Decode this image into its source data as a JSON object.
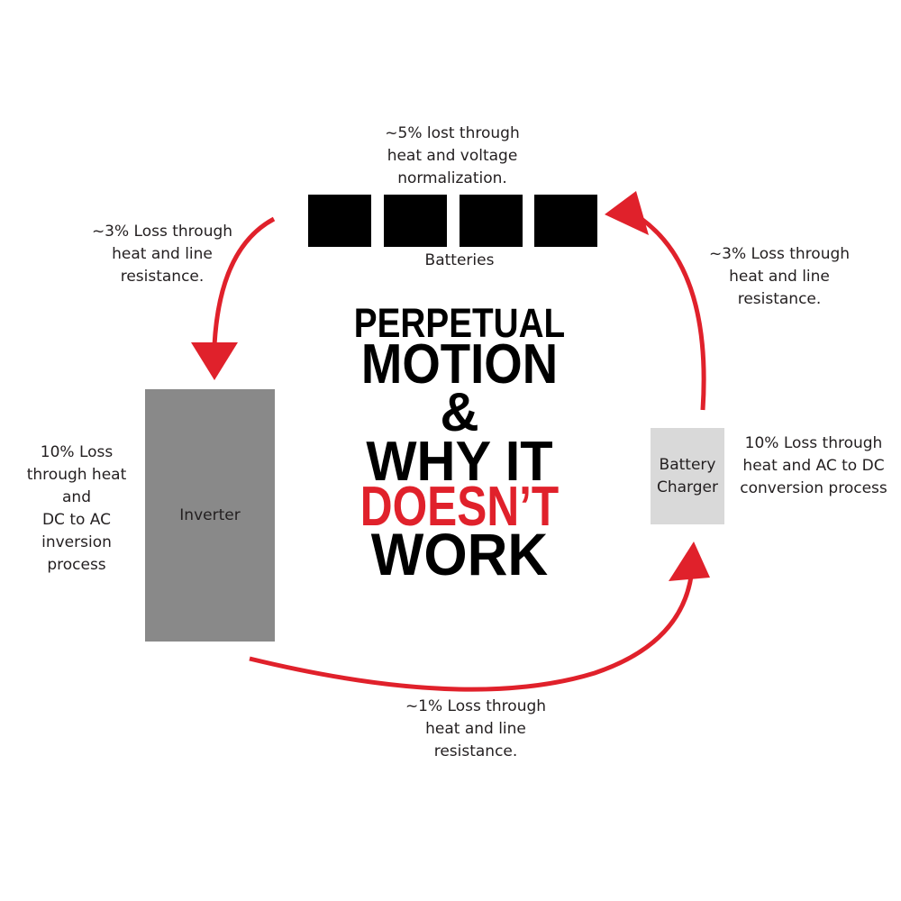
{
  "colors": {
    "arrow": "#e0212b",
    "title_black": "#000000",
    "title_red": "#e0212b",
    "inverter_fill": "#898989",
    "charger_fill": "#d9d9d9",
    "battery_fill": "#000000"
  },
  "batteries": {
    "loss_note": "~5% lost through\nheat and voltage\nnormalization.",
    "label": "Batteries",
    "cell_count": 4
  },
  "inverter": {
    "label": "Inverter",
    "loss_note": "10% Loss\nthrough heat\nand\nDC to AC\ninversion\nprocess"
  },
  "charger": {
    "label": "Battery\nCharger",
    "loss_note": "10% Loss through\nheat and AC to DC\nconversion process"
  },
  "edges": {
    "batteries_to_inverter": "~3% Loss through\nheat and line\nresistance.",
    "inverter_to_charger": "~1% Loss through\nheat and line\nresistance.",
    "charger_to_batteries": "~3% Loss through\nheat and line\nresistance."
  },
  "title": {
    "line1": "PERPETUAL",
    "line2": "MOTION",
    "line3": "&",
    "line4": "WHY IT",
    "line5": "DOESN’T",
    "line6": "WORK"
  }
}
